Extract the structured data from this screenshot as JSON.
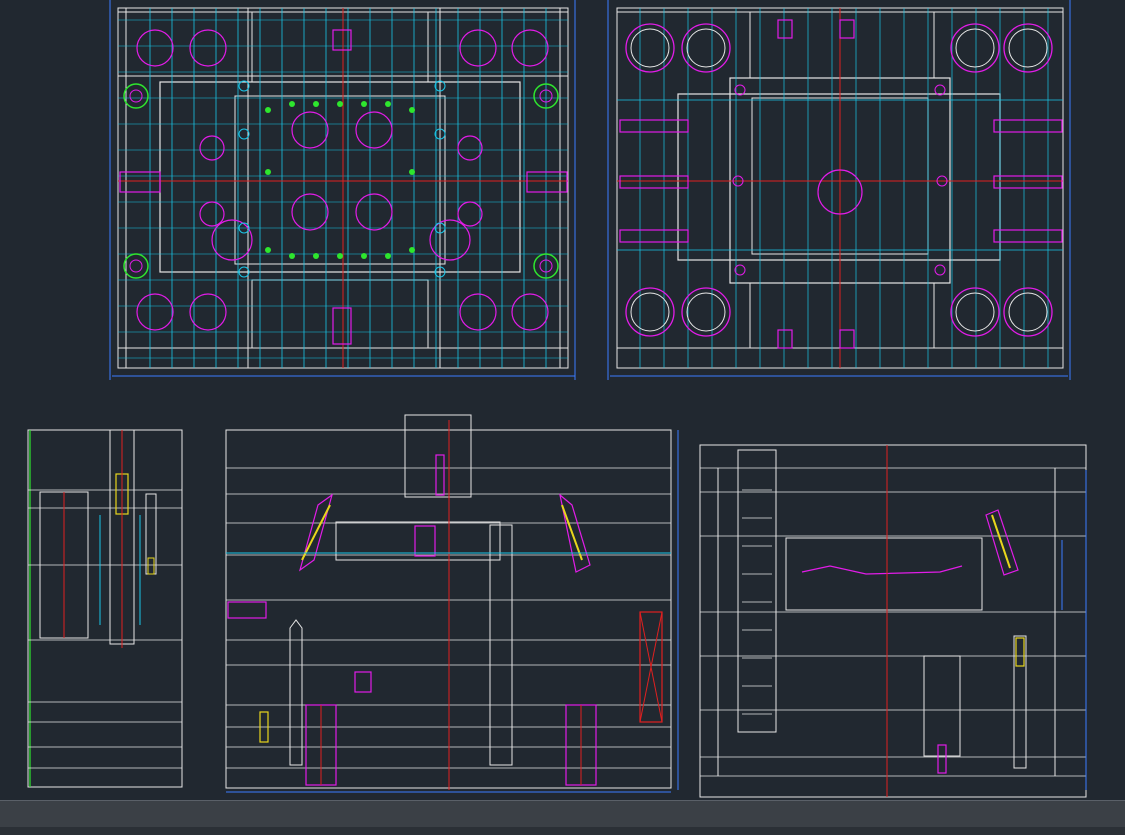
{
  "canvas": {
    "background": "#212830",
    "colors": {
      "outline": "#e6e6e6",
      "cyan": "#19c6e8",
      "magenta": "#e21ce8",
      "red": "#e02020",
      "blue": "#3a7bff",
      "green": "#2ee62e",
      "yellow": "#e8d61c",
      "gray": "#9aa3ad"
    }
  },
  "views": [
    {
      "id": "plan-top-left",
      "label": ""
    },
    {
      "id": "plan-top-right",
      "label": ""
    },
    {
      "id": "section-left",
      "label": ""
    },
    {
      "id": "section-middle",
      "label": ""
    },
    {
      "id": "section-right",
      "label": ""
    }
  ],
  "statusbar": {
    "text": ""
  }
}
